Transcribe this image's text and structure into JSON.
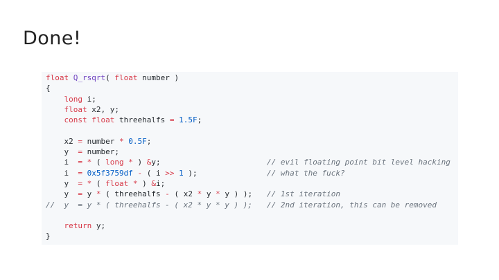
{
  "slide": {
    "title": "Done!"
  },
  "code": {
    "language": "c",
    "lines": [
      {
        "text": "float Q_rsqrt( float number )",
        "comment": ""
      },
      {
        "text": "{",
        "comment": ""
      },
      {
        "text": "    long i;",
        "comment": ""
      },
      {
        "text": "    float x2, y;",
        "comment": ""
      },
      {
        "text": "    const float threehalfs = 1.5F;",
        "comment": ""
      },
      {
        "text": "",
        "comment": ""
      },
      {
        "text": "    x2 = number * 0.5F;",
        "comment": ""
      },
      {
        "text": "    y  = number;",
        "comment": ""
      },
      {
        "text": "    i  = * ( long * ) &y;",
        "comment": "// evil floating point bit level hacking"
      },
      {
        "text": "    i  = 0x5f3759df - ( i >> 1 );",
        "comment": "// what the fuck?"
      },
      {
        "text": "    y  = * ( float * ) &i;",
        "comment": ""
      },
      {
        "text": "    y  = y * ( threehalfs - ( x2 * y * y ) );",
        "comment": "// 1st iteration"
      },
      {
        "text": "//  y  = y * ( threehalfs - ( x2 * y * y ) );",
        "comment": "// 2nd iteration, this can be removed"
      },
      {
        "text": "",
        "comment": ""
      },
      {
        "text": "    return y;",
        "comment": ""
      },
      {
        "text": "}",
        "comment": ""
      }
    ]
  }
}
